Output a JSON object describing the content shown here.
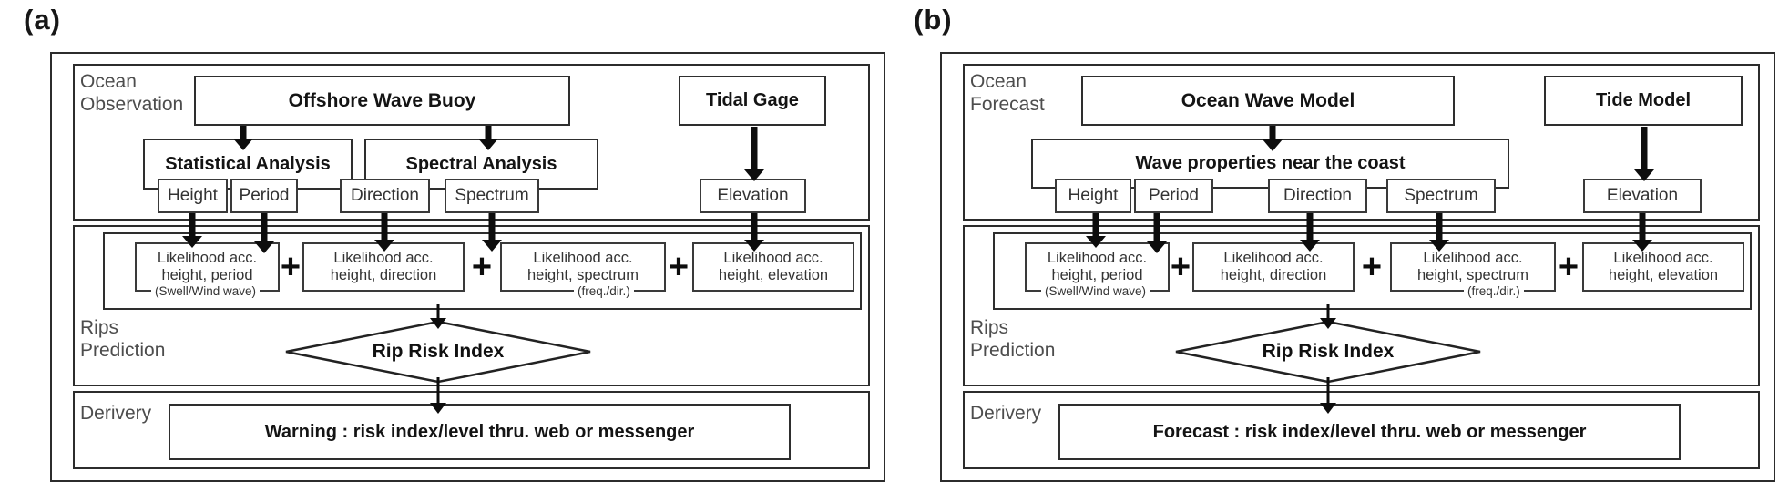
{
  "panels": [
    {
      "tag": "(a)",
      "section_labels": {
        "top": "Ocean\nObservation",
        "middle": "Rips\nPrediction",
        "bottom": "Derivery"
      },
      "source_box": "Offshore Wave Buoy",
      "tide_box": "Tidal Gage",
      "analysis_left": "Statistical Analysis",
      "analysis_right": "Spectral Analysis",
      "param_height": "Height",
      "param_period": "Period",
      "param_direction": "Direction",
      "param_spectrum": "Spectrum",
      "param_elevation": "Elevation",
      "likelihood_1": "Likelihood acc.\nheight, period",
      "likelihood_1_note": "(Swell/Wind wave)",
      "likelihood_2": "Likelihood acc.\nheight, direction",
      "likelihood_3": "Likelihood acc.\nheight, spectrum",
      "likelihood_3_note": "(freq./dir.)",
      "likelihood_4": "Likelihood acc.\nheight,  elevation",
      "plus": "+",
      "decision": "Rip Risk Index",
      "output": "Warning : risk index/level thru. web or messenger"
    },
    {
      "tag": "(b)",
      "section_labels": {
        "top": "Ocean\nForecast",
        "middle": "Rips\nPrediction",
        "bottom": "Derivery"
      },
      "source_box": "Ocean Wave Model",
      "tide_box": "Tide Model",
      "wave_properties": "Wave properties near the coast",
      "param_height": "Height",
      "param_period": "Period",
      "param_direction": "Direction",
      "param_spectrum": "Spectrum",
      "param_elevation": "Elevation",
      "likelihood_1": "Likelihood acc.\nheight, period",
      "likelihood_1_note": "(Swell/Wind wave)",
      "likelihood_2": "Likelihood acc.\nheight, direction",
      "likelihood_3": "Likelihood acc.\nheight, spectrum",
      "likelihood_3_note": "(freq./dir.)",
      "likelihood_4": "Likelihood acc.\nheight,  elevation",
      "plus": "+",
      "decision": "Rip Risk Index",
      "output": "Forecast : risk index/level thru. web or messenger"
    }
  ]
}
